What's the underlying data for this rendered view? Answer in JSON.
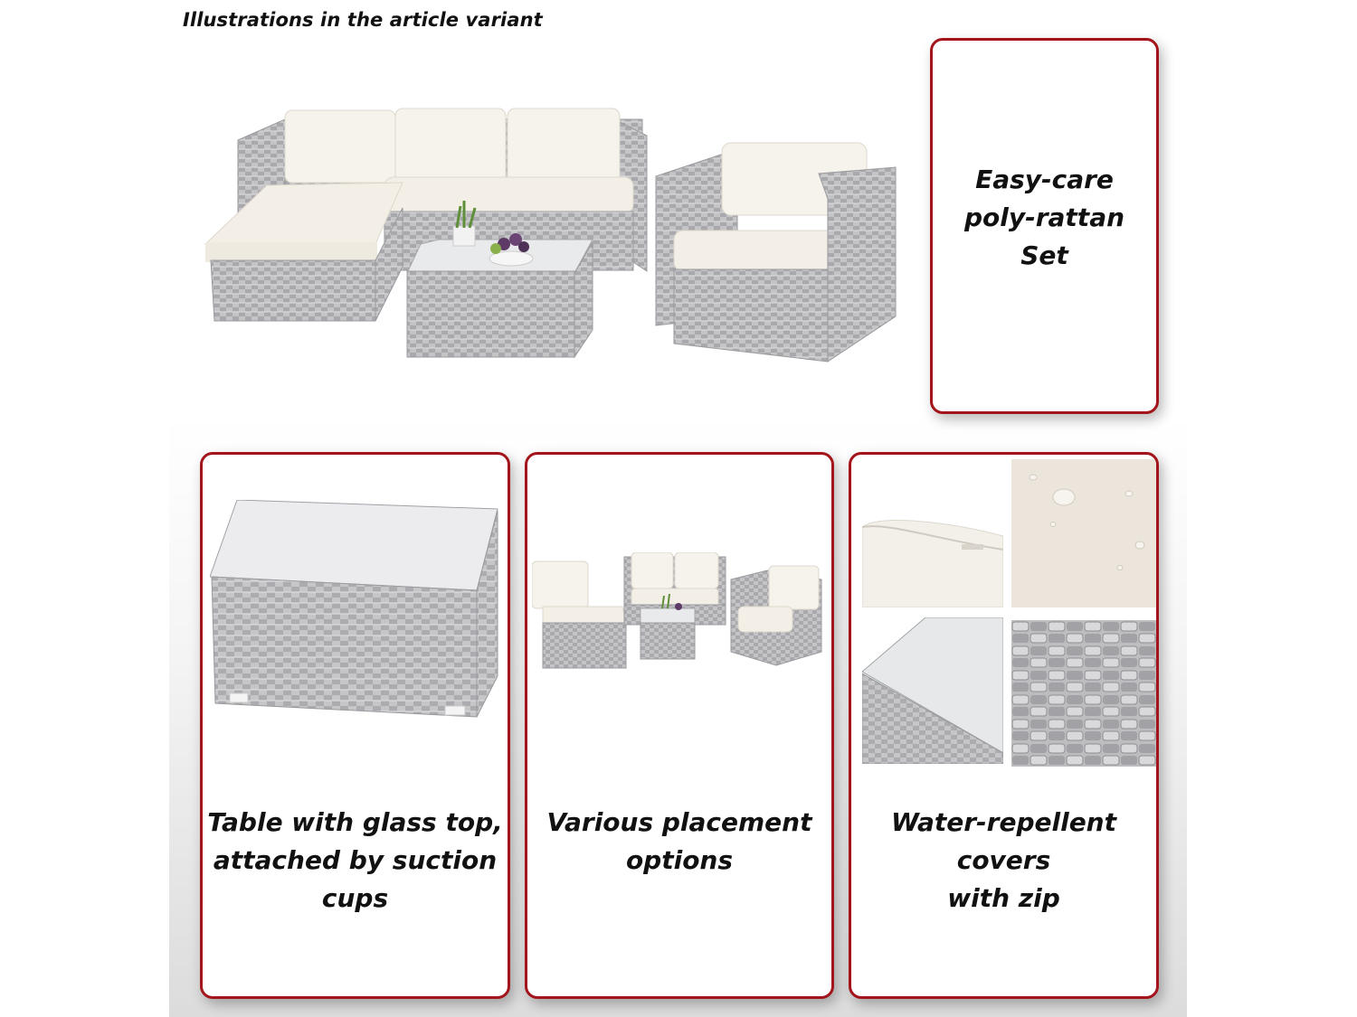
{
  "caption": "Illustrations in the article variant",
  "top_card": {
    "lines": [
      "Easy-care",
      "poly-rattan",
      "Set"
    ]
  },
  "cards": [
    {
      "lines": [
        "Table with glass top,",
        "attached by suction",
        "cups"
      ]
    },
    {
      "lines": [
        "Various placement",
        "options"
      ]
    },
    {
      "lines": [
        "Water-repellent covers",
        "with zip"
      ]
    }
  ],
  "colors": {
    "frame": "#a3151a",
    "rattan": "#b9b9bc",
    "cushion": "#f5f2ea"
  }
}
